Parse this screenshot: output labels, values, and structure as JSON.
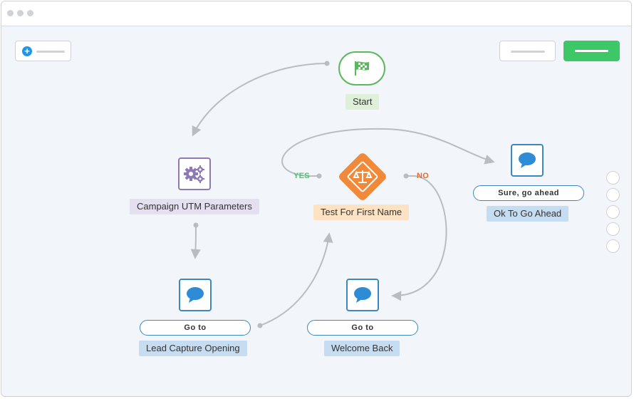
{
  "window": {
    "controls": [
      "close",
      "minimize",
      "maximize"
    ]
  },
  "toolbar": {
    "add_icon": "plus-circle-icon",
    "add_icon_glyph": "+"
  },
  "nodes": {
    "start": {
      "label": "Start",
      "icon": "checkered-flag-icon"
    },
    "utm": {
      "label": "Campaign UTM Parameters",
      "icon": "gears-icon"
    },
    "test": {
      "label": "Test For First Name",
      "icon": "scales-icon",
      "yes": "YES",
      "no": "NO"
    },
    "ok": {
      "button": "Sure, go ahead",
      "label": "Ok To Go Ahead",
      "icon": "chat-bubble-icon"
    },
    "lead": {
      "button": "Go to",
      "label": "Lead Capture Opening",
      "icon": "chat-bubble-icon"
    },
    "welcome": {
      "button": "Go to",
      "label": "Welcome Back",
      "icon": "chat-bubble-icon"
    }
  },
  "colors": {
    "start": "#5cb85c",
    "start_label_bg": "#dff0d8",
    "utm": "#8e79b8",
    "utm_label_bg": "#e4e0f0",
    "test": "#f0893a",
    "test_label_bg": "#fde3c3",
    "message": "#3d86c0",
    "message_icon": "#2e8bd6",
    "message_label_bg": "#c6dcf0",
    "yes": "#4cc76a",
    "no": "#e8692c",
    "wire": "#b9bdc3",
    "primary_button": "#3ec766"
  },
  "side_panel": {
    "circle_count": 5
  }
}
